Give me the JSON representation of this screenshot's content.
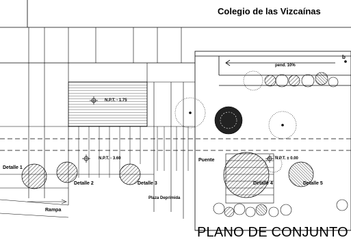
{
  "header": {
    "institution": "Colegio de las Vizcaínas"
  },
  "plan_title": "PLANO DE CONJUNTO",
  "levels": {
    "upper": "N.P.T. - 1.75",
    "middle": "N.P.T. - 3.60",
    "right": "N.P.T. ± 0.00"
  },
  "details": {
    "d1": "Detalle 1",
    "d2": "Detalle 2",
    "d3": "Detalle 3",
    "d4": "Detalle 4",
    "d5": "Detalle 5"
  },
  "areas": {
    "bridge": "Puente",
    "sunken_plaza": "Plaza Deprimida",
    "ramp": "Rampa",
    "slope": "pend. 10%",
    "marker_b": "b"
  }
}
